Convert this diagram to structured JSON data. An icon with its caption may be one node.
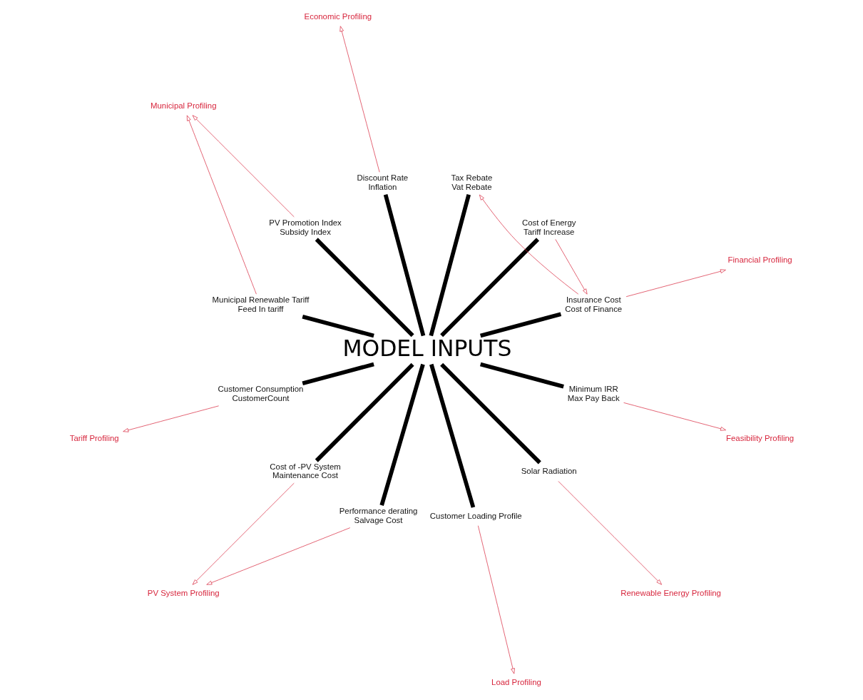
{
  "diagram": {
    "nodes": [
      {
        "text": [
          "MODEL INPUTS"
        ]
      },
      {
        "text": [
          "Financial Profiling"
        ]
      },
      {
        "text": [
          "Insurance Cost",
          "Cost of Finance"
        ]
      },
      {
        "text": [
          "Cost of Energy",
          "Tariff Increase"
        ]
      },
      {
        "text": [
          "Tax Rebate",
          "Vat Rebate"
        ]
      },
      {
        "text": [
          "Economic Profiling"
        ]
      },
      {
        "text": [
          "Discount Rate",
          "Inflation"
        ]
      },
      {
        "text": [
          "PV Promotion Index",
          "Subsidy Index"
        ]
      },
      {
        "text": [
          "Municipal Profiling"
        ]
      },
      {
        "text": [
          "Municipal Renewable Tariff",
          "Feed In tariff"
        ]
      },
      {
        "text": [
          "Tariff Profiling"
        ]
      },
      {
        "text": [
          "Customer Consumption",
          "CustomerCount"
        ]
      },
      {
        "text": [
          "Cost of -PV System",
          "Maintenance Cost"
        ]
      },
      {
        "text": [
          "PV System Profiling"
        ]
      },
      {
        "text": [
          "Performance derating",
          "Salvage Cost"
        ]
      },
      {
        "text": [
          "Customer Loading Profile"
        ]
      },
      {
        "text": [
          "Load Profiling"
        ]
      },
      {
        "text": [
          "Solar Radiation"
        ]
      },
      {
        "text": [
          "Renewable Energy Profiling"
        ]
      },
      {
        "text": [
          "Minimum IRR",
          "Max Pay Back"
        ]
      },
      {
        "text": [
          "Feasibility Profiling"
        ]
      }
    ],
    "edges": [
      {
        "from": 0,
        "to": 7,
        "arrow": "none",
        "style": "thick",
        "color": "#000000"
      },
      {
        "from": 0,
        "to": 3,
        "arrow": "none",
        "style": "thick",
        "color": "#000000"
      },
      {
        "from": 0,
        "to": 2,
        "arrow": "none",
        "style": "thick",
        "color": "#000000"
      },
      {
        "from": 0,
        "to": 4,
        "arrow": "none",
        "style": "thick",
        "color": "#000000"
      },
      {
        "from": 0,
        "to": 6,
        "arrow": "none",
        "style": "thick",
        "color": "#000000"
      },
      {
        "from": 0,
        "to": 11,
        "arrow": "none",
        "style": "thick",
        "color": "#000000"
      },
      {
        "from": 0,
        "to": 15,
        "arrow": "none",
        "style": "thick",
        "color": "#000000"
      },
      {
        "from": 0,
        "to": 17,
        "arrow": "none",
        "style": "thick",
        "color": "#000000"
      },
      {
        "from": 0,
        "to": 19,
        "arrow": "none",
        "style": "thick",
        "color": "#000000"
      },
      {
        "from": 0,
        "to": 14,
        "arrow": "none",
        "style": "thick",
        "color": "#000000"
      },
      {
        "from": 0,
        "to": 12,
        "arrow": "none",
        "style": "thick",
        "color": "#000000"
      },
      {
        "from": 0,
        "to": 9,
        "arrow": "none",
        "style": "thick",
        "color": "#000000"
      },
      {
        "from": 2,
        "to": 1,
        "arrow": "to",
        "color": "#d7263d"
      },
      {
        "from": 3,
        "to": 2,
        "arrow": "to",
        "color": "#d7263d"
      },
      {
        "from": 2,
        "to": 4,
        "arrow": "to",
        "color": "#d7263d"
      },
      {
        "from": 6,
        "to": 5,
        "arrow": "to",
        "color": "#d7263d"
      },
      {
        "from": 7,
        "to": 8,
        "arrow": "to",
        "color": "#d7263d"
      },
      {
        "from": 9,
        "to": 8,
        "arrow": "to",
        "color": "#d7263d"
      },
      {
        "from": 11,
        "to": 10,
        "arrow": "to",
        "color": "#d7263d"
      },
      {
        "from": 12,
        "to": 13,
        "arrow": "to",
        "color": "#d7263d"
      },
      {
        "from": 14,
        "to": 13,
        "arrow": "to",
        "color": "#d7263d"
      },
      {
        "from": 15,
        "to": 16,
        "arrow": "to",
        "color": "#d7263d"
      },
      {
        "from": 17,
        "to": 18,
        "arrow": "to",
        "color": "#d7263d"
      },
      {
        "from": 19,
        "to": 20,
        "arrow": "to",
        "color": "#d7263d"
      }
    ]
  }
}
